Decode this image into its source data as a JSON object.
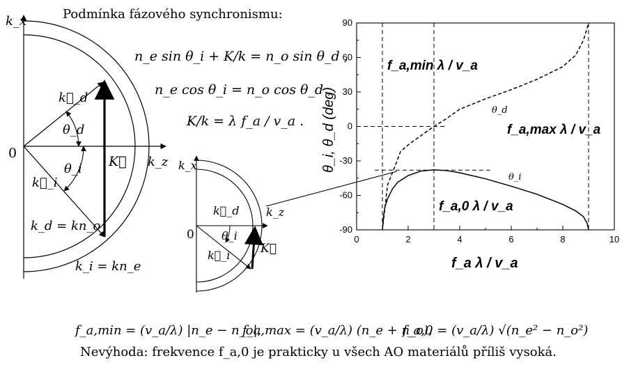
{
  "heading": "Podmínka fázového synchronismu:",
  "equations": {
    "line1": "n_e sin θ_i + K/k = n_o sin θ_d ,",
    "line2": "n_e cos θ_i = n_o cos θ_d ,",
    "line3": "K/k = λ f_a / v_a ."
  },
  "big_diagram": {
    "axis_kx": "k_x",
    "axis_kz": "k_z",
    "origin": "0",
    "vec_kd": "k⃗_d",
    "vec_ki": "k⃗_i",
    "vec_K": "K⃗",
    "angle_d": "θ_d",
    "angle_i": "θ_i",
    "eq_kd": "k_d = kn_o",
    "eq_ki": "k_i = kn_e"
  },
  "small_diagram": {
    "axis_kx": "k_x",
    "axis_kz": "k_z",
    "origin": "0",
    "vec_kd": "k⃗_d",
    "vec_ki": "k⃗_i",
    "vec_K": "K⃗",
    "angle_i": "θ_i"
  },
  "chart_data": {
    "type": "line",
    "xlabel": "f_a λ / v_a",
    "ylabel": "θ_i, θ_d (deg)",
    "xlim": [
      0,
      10
    ],
    "ylim": [
      -90,
      90
    ],
    "xticks": [
      0,
      2,
      4,
      6,
      8,
      10
    ],
    "yticks": [
      -90,
      -60,
      -30,
      0,
      30,
      60,
      90
    ],
    "series": [
      {
        "name": "θ_i",
        "style": "solid",
        "x": [
          1.0,
          1.05,
          1.1,
          1.2,
          1.4,
          1.6,
          2.0,
          2.5,
          3.0,
          3.5,
          4.0,
          5.0,
          6.0,
          7.0,
          8.0,
          8.5,
          8.8,
          8.95,
          9.0
        ],
        "y": [
          -90,
          -77,
          -70,
          -63,
          -54,
          -48.5,
          -42.7,
          -38.8,
          -37.8,
          -38.4,
          -40.3,
          -45.6,
          -52.0,
          -59.0,
          -67.8,
          -73.5,
          -78.5,
          -84.5,
          -90
        ]
      },
      {
        "name": "θ_d",
        "style": "dashed",
        "x": [
          1.0,
          1.2,
          1.5,
          1.7,
          2.0,
          2.5,
          3.0,
          3.5,
          4.0,
          5.0,
          6.0,
          7.0,
          8.0,
          8.5,
          8.8,
          9.0
        ],
        "y": [
          -90,
          -51,
          -34,
          -22,
          -16,
          -8,
          0,
          7,
          15,
          24,
          32,
          41,
          52,
          62,
          75,
          90
        ]
      }
    ],
    "guides": {
      "vertical_x": [
        1,
        3,
        9
      ],
      "horizontal": [
        {
          "y": 0,
          "from": 0,
          "to": 3.5
        },
        {
          "y": -38,
          "from": 0.7,
          "to": 5.2
        }
      ]
    },
    "annotations": {
      "fmin": "f_a,min λ / v_a",
      "fmax": "f_a,max λ / v_a",
      "f0": "f_a,0 λ / v_a",
      "theta_d": "θ_d",
      "theta_i": "θ_i"
    }
  },
  "bottom_formulas": {
    "fmin": "f_a,min = (v_a/λ) |n_e − n_o|,",
    "fmax": "f_a,max = (v_a/λ) (n_e + n_o),",
    "f0": "f_a,0 = (v_a/λ) √(n_e² − n_o²)"
  },
  "footnote": "Nevýhoda: frekvence f_a,0 je prakticky u všech AO materiálů příliš vysoká."
}
